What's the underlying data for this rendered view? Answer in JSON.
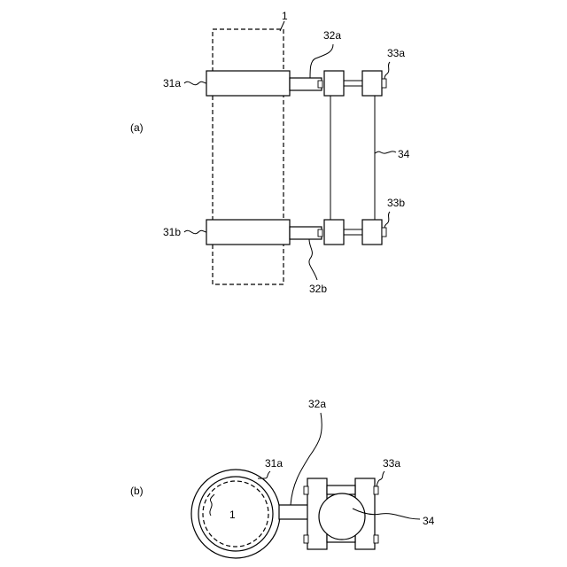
{
  "figure": {
    "view_a": {
      "caption": "(a)",
      "labels": {
        "pipe": "1",
        "clamp_top": "31a",
        "clamp_bottom": "31b",
        "arm_top": "32a",
        "arm_bottom": "32b",
        "holder_top": "33a",
        "holder_bottom": "33b",
        "column": "34"
      }
    },
    "view_b": {
      "caption": "(b)",
      "labels": {
        "pipe": "1",
        "clamp": "31a",
        "arm": "32a",
        "holder": "33a",
        "column": "34"
      }
    }
  }
}
